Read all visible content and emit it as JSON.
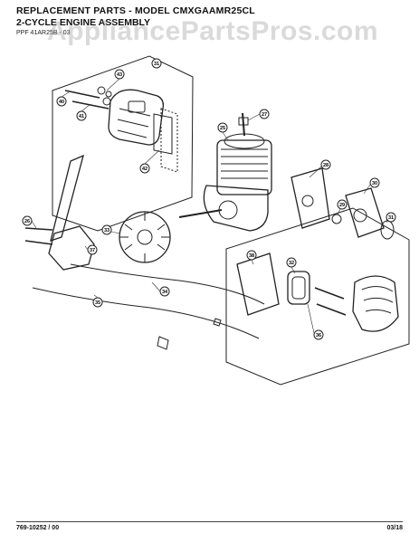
{
  "header": {
    "title": "REPLACEMENT PARTS - MODEL CMXGAAMR25CL",
    "subtitle": "2-CYCLE ENGINE ASSEMBLY",
    "doc_number": "PPF 41AR25B - 03"
  },
  "watermark": "AppliancePartsPros.com",
  "footer": {
    "left": "769-10252 / 00",
    "right": "03/18"
  },
  "callouts": [
    "31",
    "43",
    "40",
    "41",
    "42",
    "25",
    "27",
    "28",
    "29",
    "30",
    "31",
    "26",
    "33",
    "37",
    "34",
    "35",
    "36",
    "32",
    "38"
  ]
}
